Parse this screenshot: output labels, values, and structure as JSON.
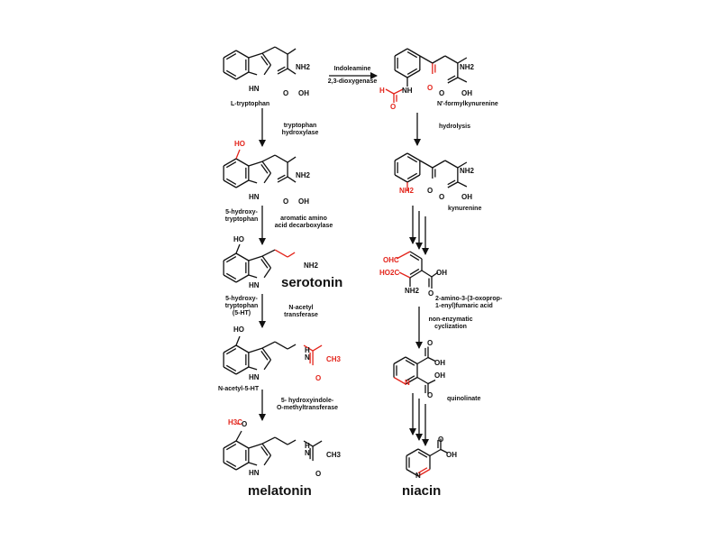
{
  "colors": {
    "bond": "#111111",
    "highlight": "#e3241b"
  },
  "left": {
    "trp": {
      "name": "L-tryptophan",
      "nh2": "NH2",
      "o": "O",
      "oh": "OH",
      "hn": "HN"
    },
    "step1": {
      "l1": "tryptophan",
      "l2": "hydroxylase"
    },
    "htp": {
      "name1": "5-hydroxy-",
      "name2": "tryptophan",
      "ho": "HO",
      "nh2": "NH2",
      "o": "O",
      "oh": "OH",
      "hn": "HN"
    },
    "step2": {
      "l1": "aromatic amino",
      "l2": "acid decarboxylase"
    },
    "ser": {
      "name": "serotonin",
      "ho": "HO",
      "nh2": "NH2",
      "hn": "HN",
      "alias1": "5-hydroxy-",
      "alias2": "tryptophan",
      "alias3": "(5-HT)"
    },
    "step3": {
      "l1": "N-acetyl",
      "l2": "transferase"
    },
    "nac": {
      "name": "N-acetyl-5-HT",
      "ho": "HO",
      "h": "H",
      "n": "N",
      "ch3": "CH3",
      "o": "O",
      "hn": "HN"
    },
    "step4": {
      "l1": "5- hydroxyindole-",
      "l2": "O-methyltransferase"
    },
    "mel": {
      "name": "melatonin",
      "h3c": "H3C",
      "o_ether": "O",
      "h": "H",
      "n": "N",
      "ch3": "CH3",
      "o": "O",
      "hn": "HN"
    }
  },
  "right": {
    "ido": {
      "l1": "Indoleamine",
      "l2": "2,3-dioxygenase"
    },
    "nfk": {
      "name": "N'-formylkynurenine",
      "h": "H",
      "nh": "NH",
      "o_formyl": "O",
      "o_keto": "O",
      "nh2": "NH2",
      "o": "O",
      "oh": "OH"
    },
    "hydrolysis": "hydrolysis",
    "kyn": {
      "name": "kynurenine",
      "nh2_red": "NH2",
      "o_keto": "O",
      "nh2": "NH2",
      "o": "O",
      "oh": "OH"
    },
    "fum": {
      "name1": "2-amino-3-(3-oxoprop-",
      "name2": "1-enyl)fumaric acid",
      "ohc": "OHC",
      "ho2c": "HO2C",
      "nh2": "NH2",
      "oh": "OH",
      "o": "O"
    },
    "cyc": {
      "l1": "non-enzymatic",
      "l2": "cyclization"
    },
    "quin": {
      "name": "quinolinate",
      "n": "N",
      "o1": "O",
      "oh1": "OH",
      "oh2": "OH",
      "o2": "O"
    },
    "nia": {
      "name": "niacin",
      "n": "N",
      "o": "O",
      "oh": "OH"
    }
  }
}
